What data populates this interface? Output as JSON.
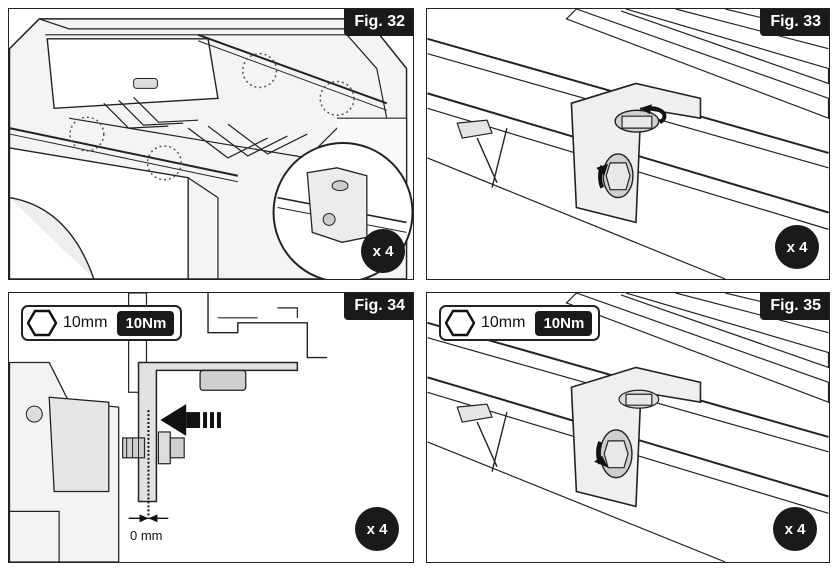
{
  "figures": [
    {
      "label": "Fig. 32",
      "quantity": "x 4"
    },
    {
      "label": "Fig. 33",
      "quantity": "x 4"
    },
    {
      "label": "Fig. 34",
      "quantity": "x 4",
      "tool_size": "10mm",
      "torque": "10Nm",
      "gap": "0 mm"
    },
    {
      "label": "Fig. 35",
      "quantity": "x 4",
      "tool_size": "10mm",
      "torque": "10Nm"
    }
  ],
  "icons": {
    "hex_tool": "hexagon-icon",
    "push_arrow": "arrow-left-icon",
    "rotate_arrow": "rotate-arrow-icon"
  },
  "colors": {
    "ink": "#1a1a1a",
    "line": "#222222",
    "fill_light": "#e9e9e9",
    "fill_mid": "#cfcfcf"
  }
}
